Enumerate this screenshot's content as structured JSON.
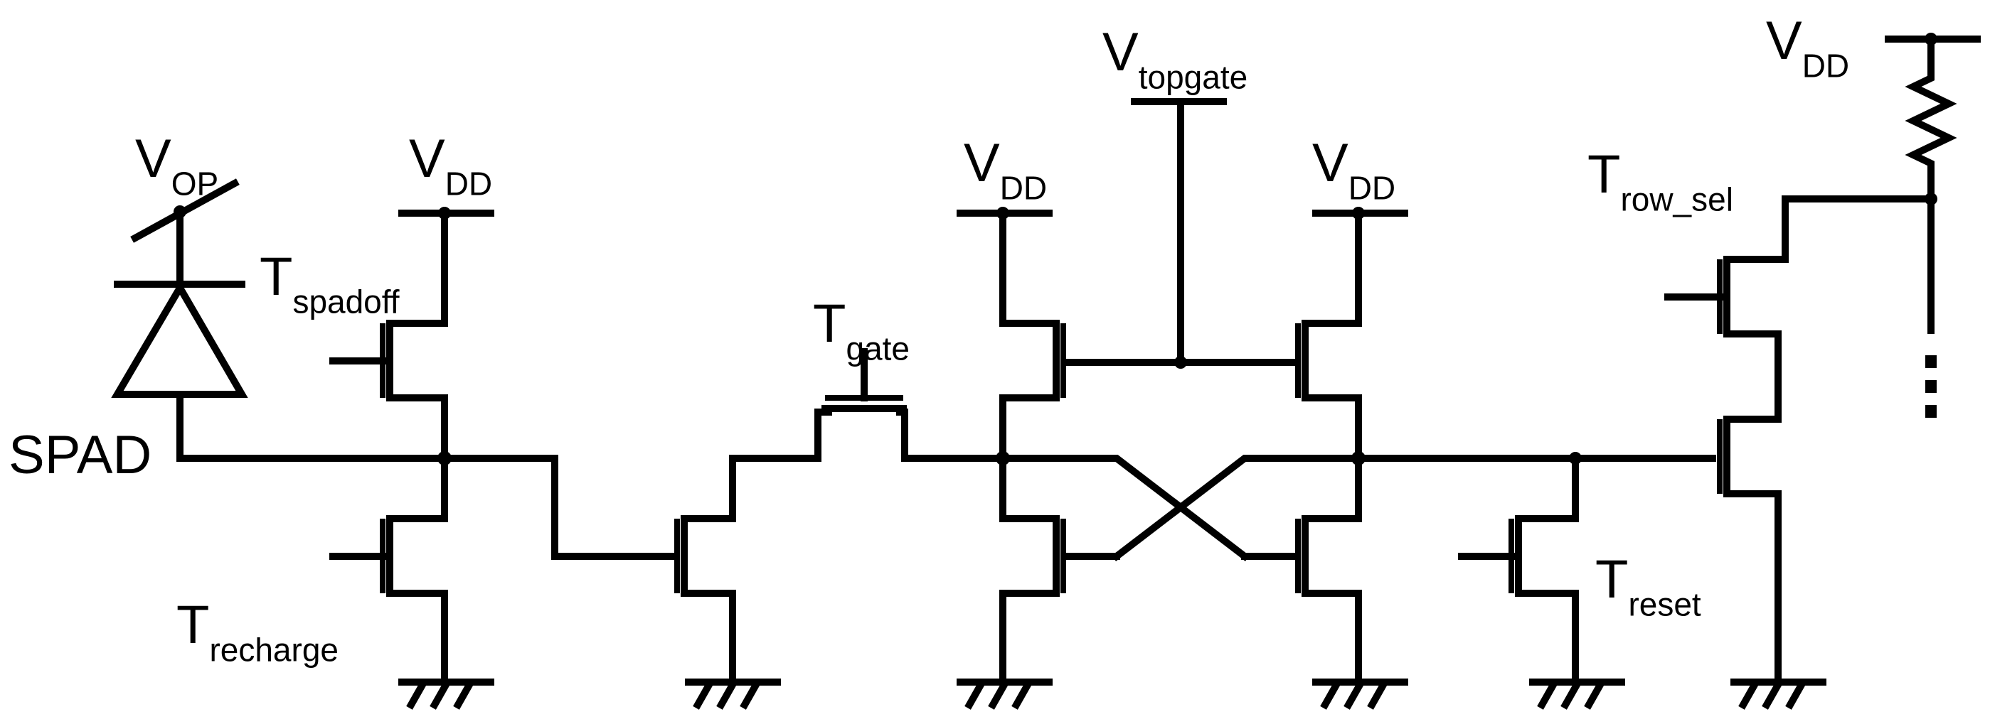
{
  "labels": {
    "vop": {
      "main": "V",
      "sub": "OP"
    },
    "vdd1": {
      "main": "V",
      "sub": "DD"
    },
    "vdd2": {
      "main": "V",
      "sub": "DD"
    },
    "vdd3": {
      "main": "V",
      "sub": "DD"
    },
    "vdd4": {
      "main": "V",
      "sub": "DD"
    },
    "vtopgate": {
      "main": "V",
      "sub": "topgate"
    },
    "tspadoff": {
      "main": "T",
      "sub": "spadoff"
    },
    "spad": {
      "main": "SPAD"
    },
    "trecharge": {
      "main": "T",
      "sub": "recharge"
    },
    "tgate": {
      "main": "T",
      "sub": "gate"
    },
    "trowsel": {
      "main": "T",
      "sub": "row_sel"
    },
    "treset": {
      "main": "T",
      "sub": "reset"
    }
  },
  "colors": {
    "wire": "#000000",
    "background": "#ffffff"
  }
}
